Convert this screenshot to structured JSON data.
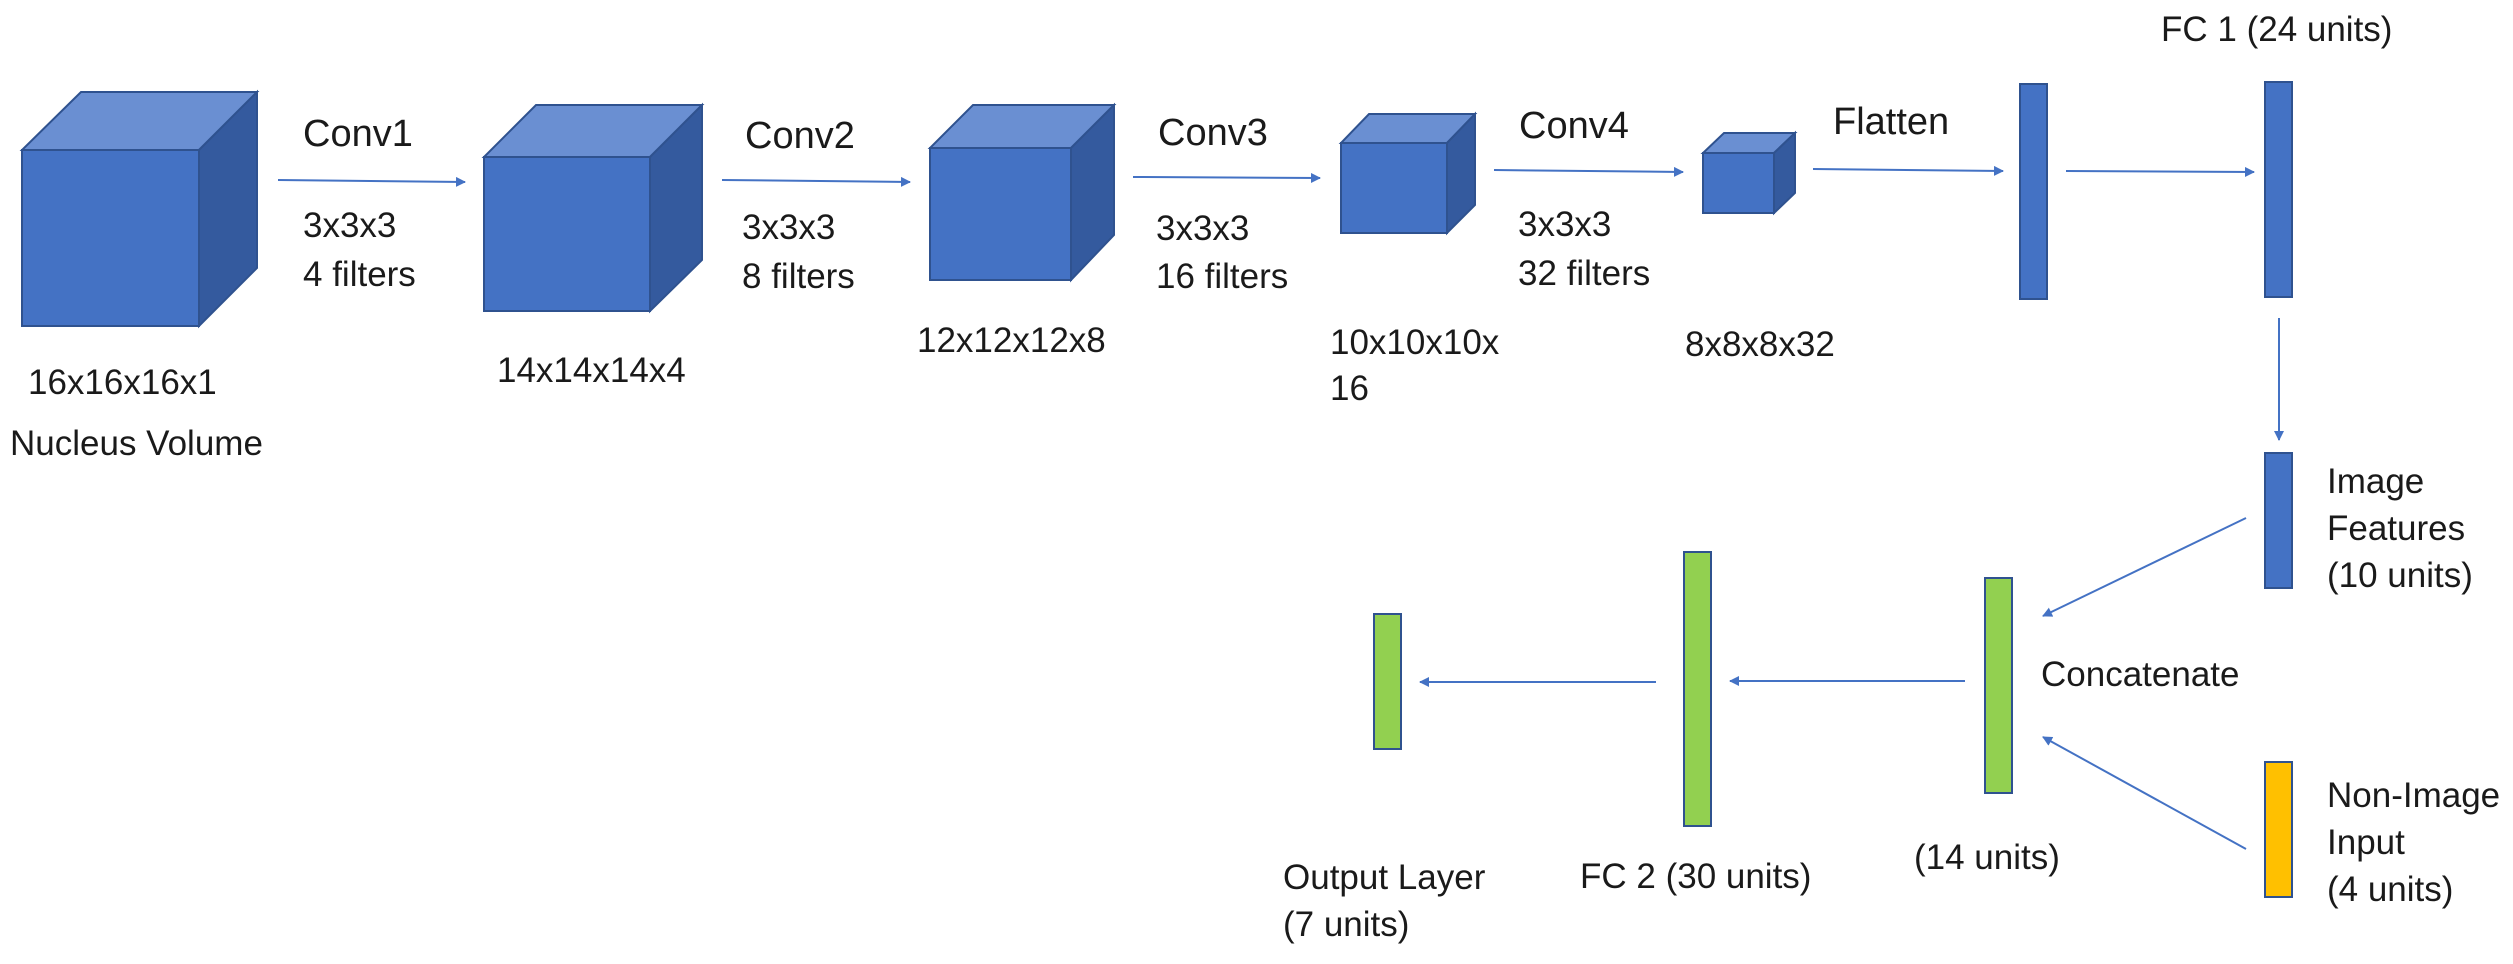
{
  "colors": {
    "cube_front": "#4472C4",
    "cube_top": "#6A8FD2",
    "cube_side": "#345A9E",
    "cube_edge": "#2F528F",
    "bar_blue": "#4472C4",
    "bar_green": "#92D050",
    "bar_yellow": "#FFC000",
    "arrow": "#4472C4"
  },
  "volumes": [
    {
      "shape": "16x16x16x1",
      "caption": "Nucleus Volume"
    },
    {
      "shape": "14x14x14x4"
    },
    {
      "shape": "12x12x12x8"
    },
    {
      "shape_line1": "10x10x10x",
      "shape_line2": "16"
    },
    {
      "shape": "8x8x8x32"
    }
  ],
  "convs": [
    {
      "name": "Conv1",
      "kernel": "3x3x3",
      "filters": "4 filters"
    },
    {
      "name": "Conv2",
      "kernel": "3x3x3",
      "filters": "8 filters"
    },
    {
      "name": "Conv3",
      "kernel": "3x3x3",
      "filters": "16 filters"
    },
    {
      "name": "Conv4",
      "kernel": "3x3x3",
      "filters": "32 filters"
    }
  ],
  "flatten_label": "Flatten",
  "fc1_label": "FC 1 (24 units)",
  "image_features": {
    "line1": "Image",
    "line2": "Features",
    "line3": "(10 units)"
  },
  "concatenate": {
    "label": "Concatenate",
    "units": "(14 units)"
  },
  "non_image": {
    "line1": "Non-Image",
    "line2": "Input",
    "line3": "(4 units)"
  },
  "fc2_label": "FC 2 (30 units)",
  "output": {
    "line1": "Output Layer",
    "line2": "(7 units)"
  }
}
